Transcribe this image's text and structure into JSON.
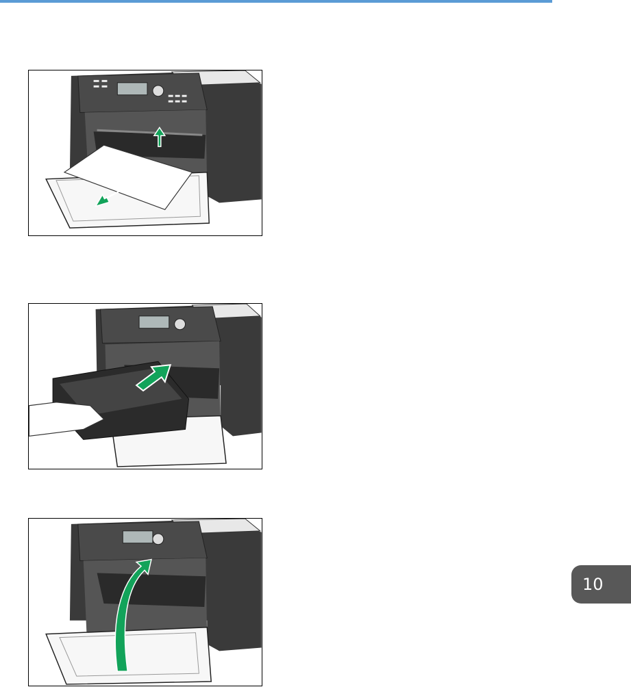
{
  "chapter_tab": {
    "label": "10"
  },
  "colors": {
    "accent_rule": "#5b9bd5",
    "arrow_green": "#12a35a",
    "printer_dark": "#3a3a3a",
    "tab_gray": "#585858"
  },
  "figures": [
    {
      "icon": "printer-remove-jammed-paper-illustration"
    },
    {
      "icon": "printer-insert-toner-cartridge-illustration"
    },
    {
      "icon": "printer-close-front-cover-illustration"
    }
  ]
}
